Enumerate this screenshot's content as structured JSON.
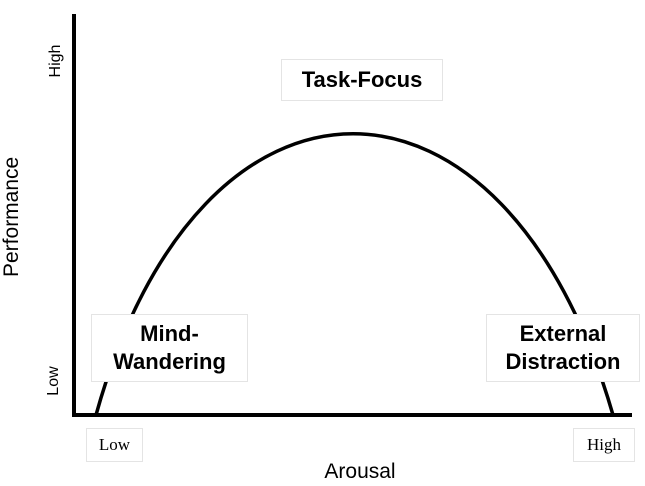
{
  "axes": {
    "y_title": "Performance",
    "x_title": "Arousal",
    "y_ticks": {
      "high": "High",
      "low": "Low"
    },
    "x_ticks": {
      "low": "Low",
      "high": "High"
    }
  },
  "regions": {
    "peak": "Task-Focus",
    "left_line1": "Mind-",
    "left_line2": "Wandering",
    "right_line1": "External",
    "right_line2": "Distraction"
  },
  "colors": {
    "line": "#000000",
    "label_border": "#e4e4e4",
    "background": "#ffffff"
  }
}
